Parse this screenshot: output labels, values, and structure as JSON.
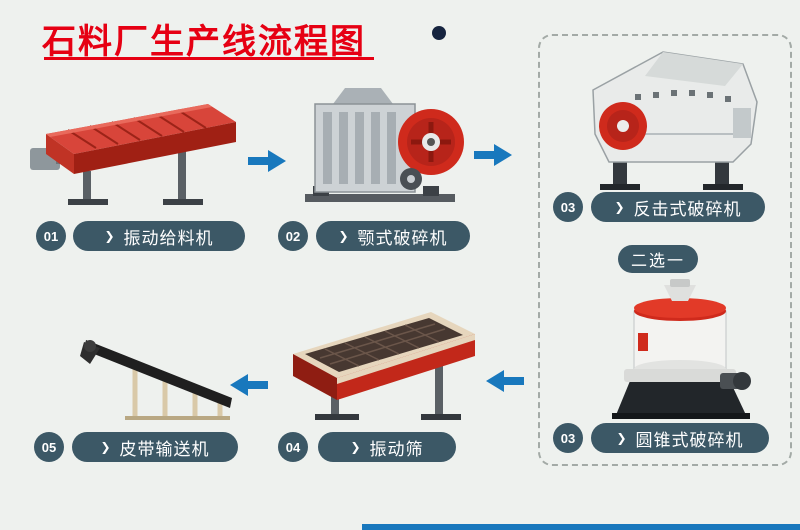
{
  "page": {
    "title": "石料厂生产线流程图",
    "bg_color": "#eef1ee",
    "title_color": "#e60013",
    "arrow_color": "#1878bd",
    "label_bg_color": "#3c5866",
    "machine_red": "#cf2a1c"
  },
  "icons": {
    "chevron": "❯"
  },
  "choice_badge": {
    "label": "二选一"
  },
  "steps": [
    {
      "num": "01",
      "label": "振动给料机"
    },
    {
      "num": "02",
      "label": "颚式破碎机"
    },
    {
      "num": "03",
      "label": "反击式破碎机"
    },
    {
      "num": "03",
      "label": "圆锥式破碎机"
    },
    {
      "num": "04",
      "label": "振动筛"
    },
    {
      "num": "05",
      "label": "皮带输送机"
    }
  ]
}
